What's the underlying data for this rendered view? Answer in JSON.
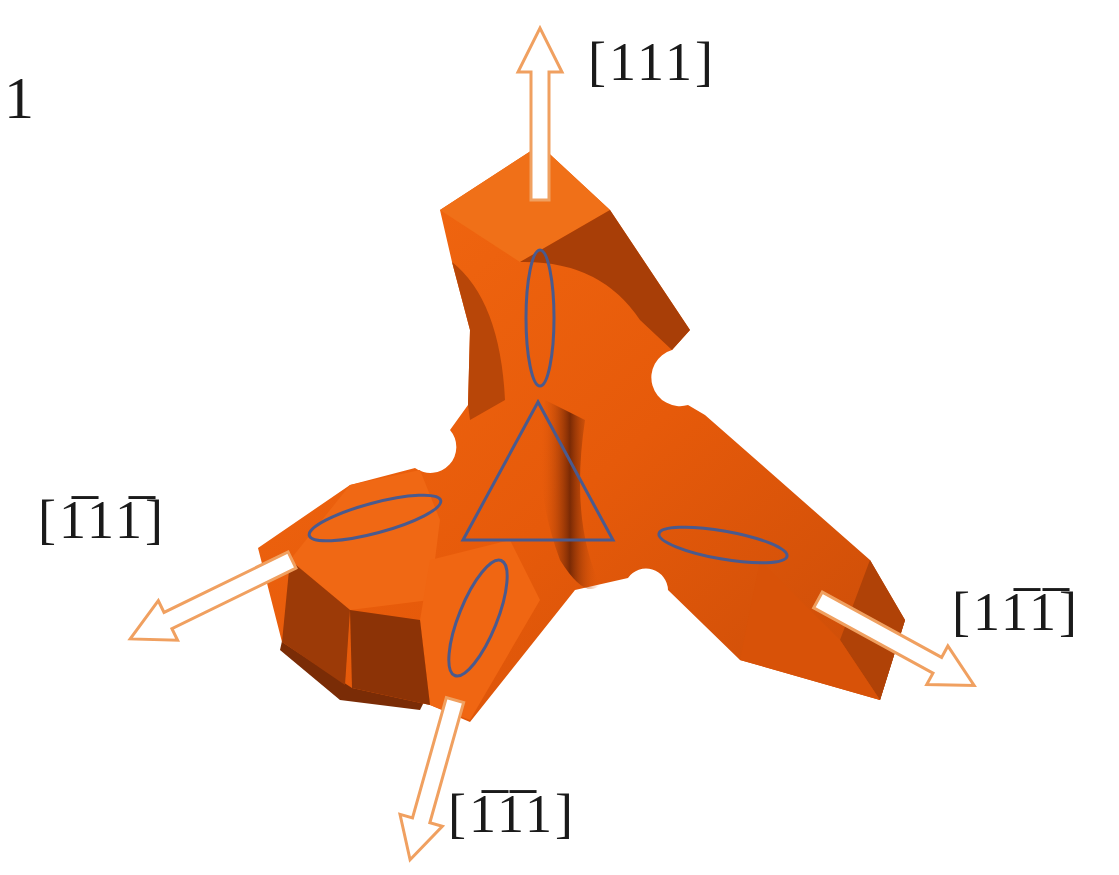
{
  "diagram": {
    "labels": [
      "1",
      "[111]",
      "[1̅11̅]",
      "[11̅1̅]",
      "[1̅1̅1]"
    ]
  }
}
